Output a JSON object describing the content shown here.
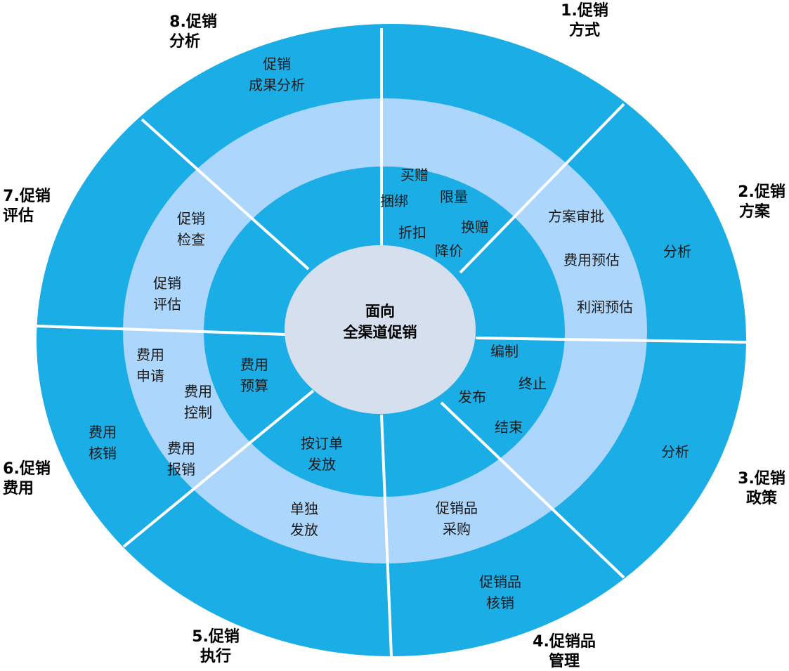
{
  "colors": {
    "outer_ring": "#1aade6",
    "middle_ring": "#acd6fb",
    "inner_ring": "#1aade6",
    "center": "#d6dfee",
    "divider": "#ffffff"
  },
  "center": {
    "line1": "面向",
    "line2": "全渠道促销"
  },
  "segments": [
    {
      "id": "1",
      "label_line1": "1.促销",
      "label_line2": "方式"
    },
    {
      "id": "2",
      "label_line1": "2.促销",
      "label_line2": "方案"
    },
    {
      "id": "3",
      "label_line1": "3.促销",
      "label_line2": "政策"
    },
    {
      "id": "4",
      "label_line1": "4.促销品",
      "label_line2": "管理"
    },
    {
      "id": "5",
      "label_line1": "5.促销",
      "label_line2": "执行"
    },
    {
      "id": "6",
      "label_line1": "6.促销",
      "label_line2": "费用"
    },
    {
      "id": "7",
      "label_line1": "7.促销",
      "label_line2": "评估"
    },
    {
      "id": "8",
      "label_line1": "8.促销",
      "label_line2": "分析"
    }
  ],
  "items": {
    "s1": {
      "maizeng": "买赠",
      "kunbang": "捆绑",
      "xianliang": "限量",
      "zhekou": "折扣",
      "huanzeng": "换赠",
      "jiangjia": "降价"
    },
    "s2": {
      "fangan_shenpi": "方案审批",
      "feiyong_yugu": "费用预估",
      "lirun_yugu": "利润预估",
      "fenxi": "分析"
    },
    "s3": {
      "bianzhi": "编制",
      "zhongzhi": "终止",
      "fabu": "发布",
      "jieshu": "结束",
      "fenxi": "分析"
    },
    "s4": {
      "caigou_l1": "促销品",
      "caigou_l2": "采购",
      "hexiao_l1": "促销品",
      "hexiao_l2": "核销"
    },
    "s5": {
      "dingdan_l1": "按订单",
      "dingdan_l2": "发放",
      "dandu_l1": "单独",
      "dandu_l2": "发放"
    },
    "s6": {
      "yusuan_l1": "费用",
      "yusuan_l2": "预算",
      "shenqing_l1": "费用",
      "shenqing_l2": "申请",
      "kongzhi_l1": "费用",
      "kongzhi_l2": "控制",
      "baoxiao_l1": "费用",
      "baoxiao_l2": "报销",
      "hexiao_l1": "费用",
      "hexiao_l2": "核销"
    },
    "s7": {
      "jiancha_l1": "促销",
      "jiancha_l2": "检查",
      "pinggu_l1": "促销",
      "pinggu_l2": "评估"
    },
    "s8": {
      "chengguo_l1": "促销",
      "chengguo_l2": "成果分析"
    }
  }
}
